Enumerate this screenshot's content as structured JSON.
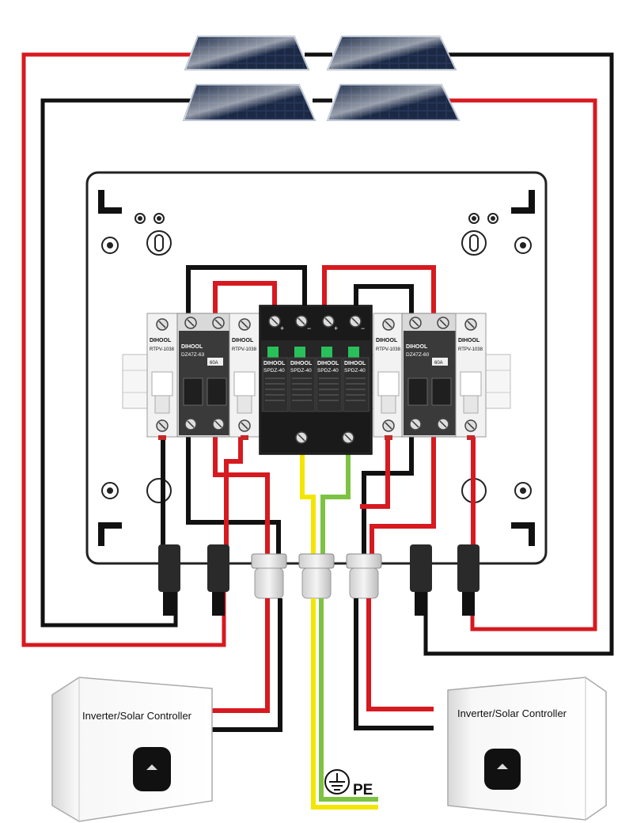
{
  "colors": {
    "positive_wire": "#d71920",
    "negative_wire": "#111111",
    "pe_wire_green": "#7dc242",
    "pe_wire_yellow": "#f2e600",
    "enclosure": "#ffffff",
    "spd_body": "#222222",
    "breaker_body": "#3a3a3a",
    "panel_cell": "#23324f"
  },
  "solar_panels": [
    {
      "id": "panel-top-left"
    },
    {
      "id": "panel-top-right"
    },
    {
      "id": "panel-bottom-left"
    },
    {
      "id": "panel-bottom-right"
    }
  ],
  "fuse_holder_left": {
    "brand": "DIHOOL",
    "model": "RTPV-1038"
  },
  "breaker_left": {
    "brand": "DIHOOL",
    "model": "DZ47Z-63",
    "rating": "60A"
  },
  "fuse_holder_left_2": {
    "brand": "DIHOOL",
    "model": "RTPV-1038"
  },
  "spd_modules": [
    {
      "brand": "DIHOOL",
      "model": "SPDZ-40"
    },
    {
      "brand": "DIHOOL",
      "model": "SPDZ-40"
    },
    {
      "brand": "DIHOOL",
      "model": "SPDZ-40"
    },
    {
      "brand": "DIHOOL",
      "model": "SPDZ-40"
    }
  ],
  "fuse_holder_right": {
    "brand": "DIHOOL",
    "model": "RTPV-1038"
  },
  "breaker_right": {
    "brand": "DIHOOL",
    "model": "DZ47Z-60",
    "rating": "60A"
  },
  "fuse_holder_right_2": {
    "brand": "DIHOOL",
    "model": "RTPV-1038"
  },
  "inverter_left": {
    "label": "Inverter/Solar Controller"
  },
  "inverter_right": {
    "label": "Inverter/Solar Controller"
  },
  "ground": {
    "label": "PE",
    "icon": "ground-symbol-icon"
  }
}
